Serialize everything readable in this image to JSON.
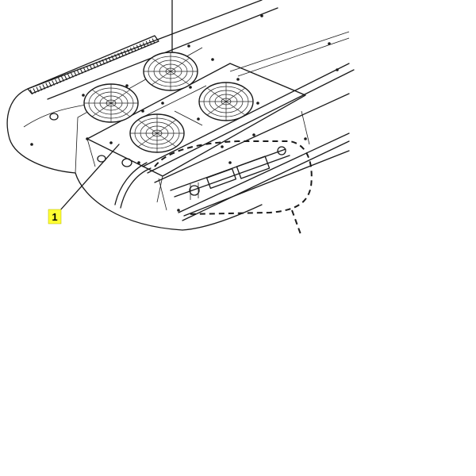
{
  "callouts": [
    {
      "id": "1",
      "label": "1",
      "highlight_color": "#ffff33"
    }
  ],
  "components": {
    "fans": [
      "fan-top",
      "fan-left",
      "fan-right",
      "fan-front"
    ]
  },
  "colors": {
    "line": "#1a1a1a",
    "background": "#ffffff",
    "callout_highlight": "#ffff33"
  }
}
